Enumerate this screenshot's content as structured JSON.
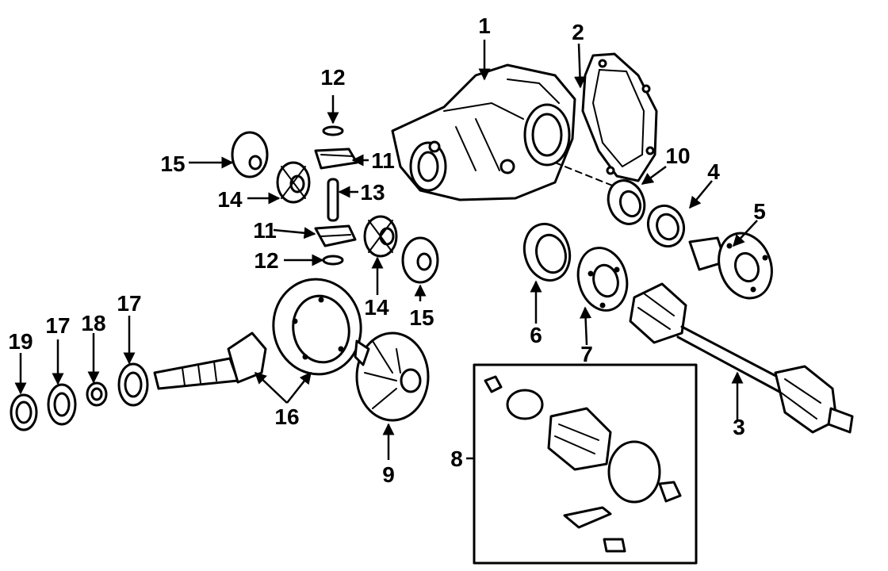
{
  "callouts": {
    "c1": "1",
    "c2": "2",
    "c3": "3",
    "c4": "4",
    "c5": "5",
    "c6": "6",
    "c7": "7",
    "c8": "8",
    "c9": "9",
    "c10": "10",
    "c11a": "11",
    "c11b": "11",
    "c12a": "12",
    "c12b": "12",
    "c13": "13",
    "c14a": "14",
    "c14b": "14",
    "c15a": "15",
    "c15b": "15",
    "c16": "16",
    "c17a": "17",
    "c17b": "17",
    "c18": "18",
    "c19": "19"
  },
  "colors": {
    "ink": "#000000",
    "paper": "#ffffff"
  }
}
